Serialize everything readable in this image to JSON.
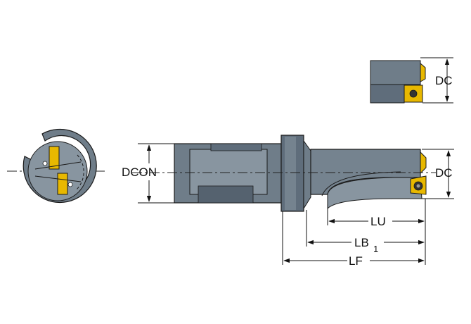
{
  "labels": {
    "dcon": "DCON",
    "dc_top": "DC",
    "dc_side": "DC",
    "lu": "LU",
    "lb_main": "LB",
    "lb_sub": "1",
    "lf": "LF"
  },
  "colors": {
    "steel_dark": "#5f6d7b",
    "steel_mid": "#75838f",
    "steel_light": "#9aa6b0",
    "insert_gold": "#e8b800",
    "line": "#111111"
  }
}
